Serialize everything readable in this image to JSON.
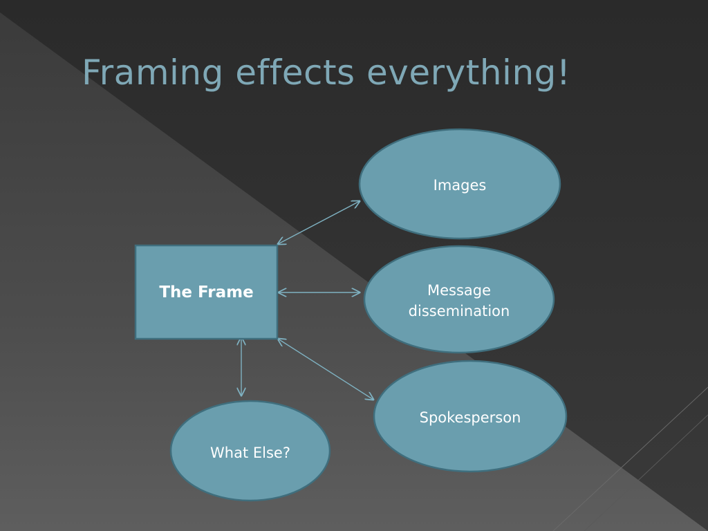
{
  "slide": {
    "title": "Framing effects everything!"
  },
  "diagram": {
    "center": {
      "label": "The Frame"
    },
    "nodes": [
      {
        "id": "images",
        "label": "Images"
      },
      {
        "id": "message",
        "label": "Message dissemination"
      },
      {
        "id": "spokesperson",
        "label": "Spokesperson"
      },
      {
        "id": "what-else",
        "label": "What Else?"
      }
    ]
  },
  "colors": {
    "title": "#7fa8b6",
    "shape_fill": "#6a9eae",
    "shape_stroke": "#3f6e7d",
    "connector": "#7fb2c2",
    "label_text": "#ffffff"
  }
}
